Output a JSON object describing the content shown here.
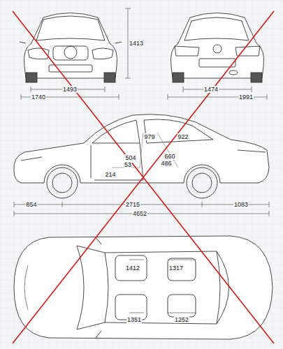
{
  "diagram": {
    "labels": [
      "1413",
      "1493",
      "1740",
      "1474",
      "1991",
      "979",
      "922",
      "504",
      "660",
      "53",
      "486",
      "214",
      "854",
      "2715",
      "1083",
      "4652",
      "1412",
      "1317",
      "1351",
      "1252"
    ]
  }
}
